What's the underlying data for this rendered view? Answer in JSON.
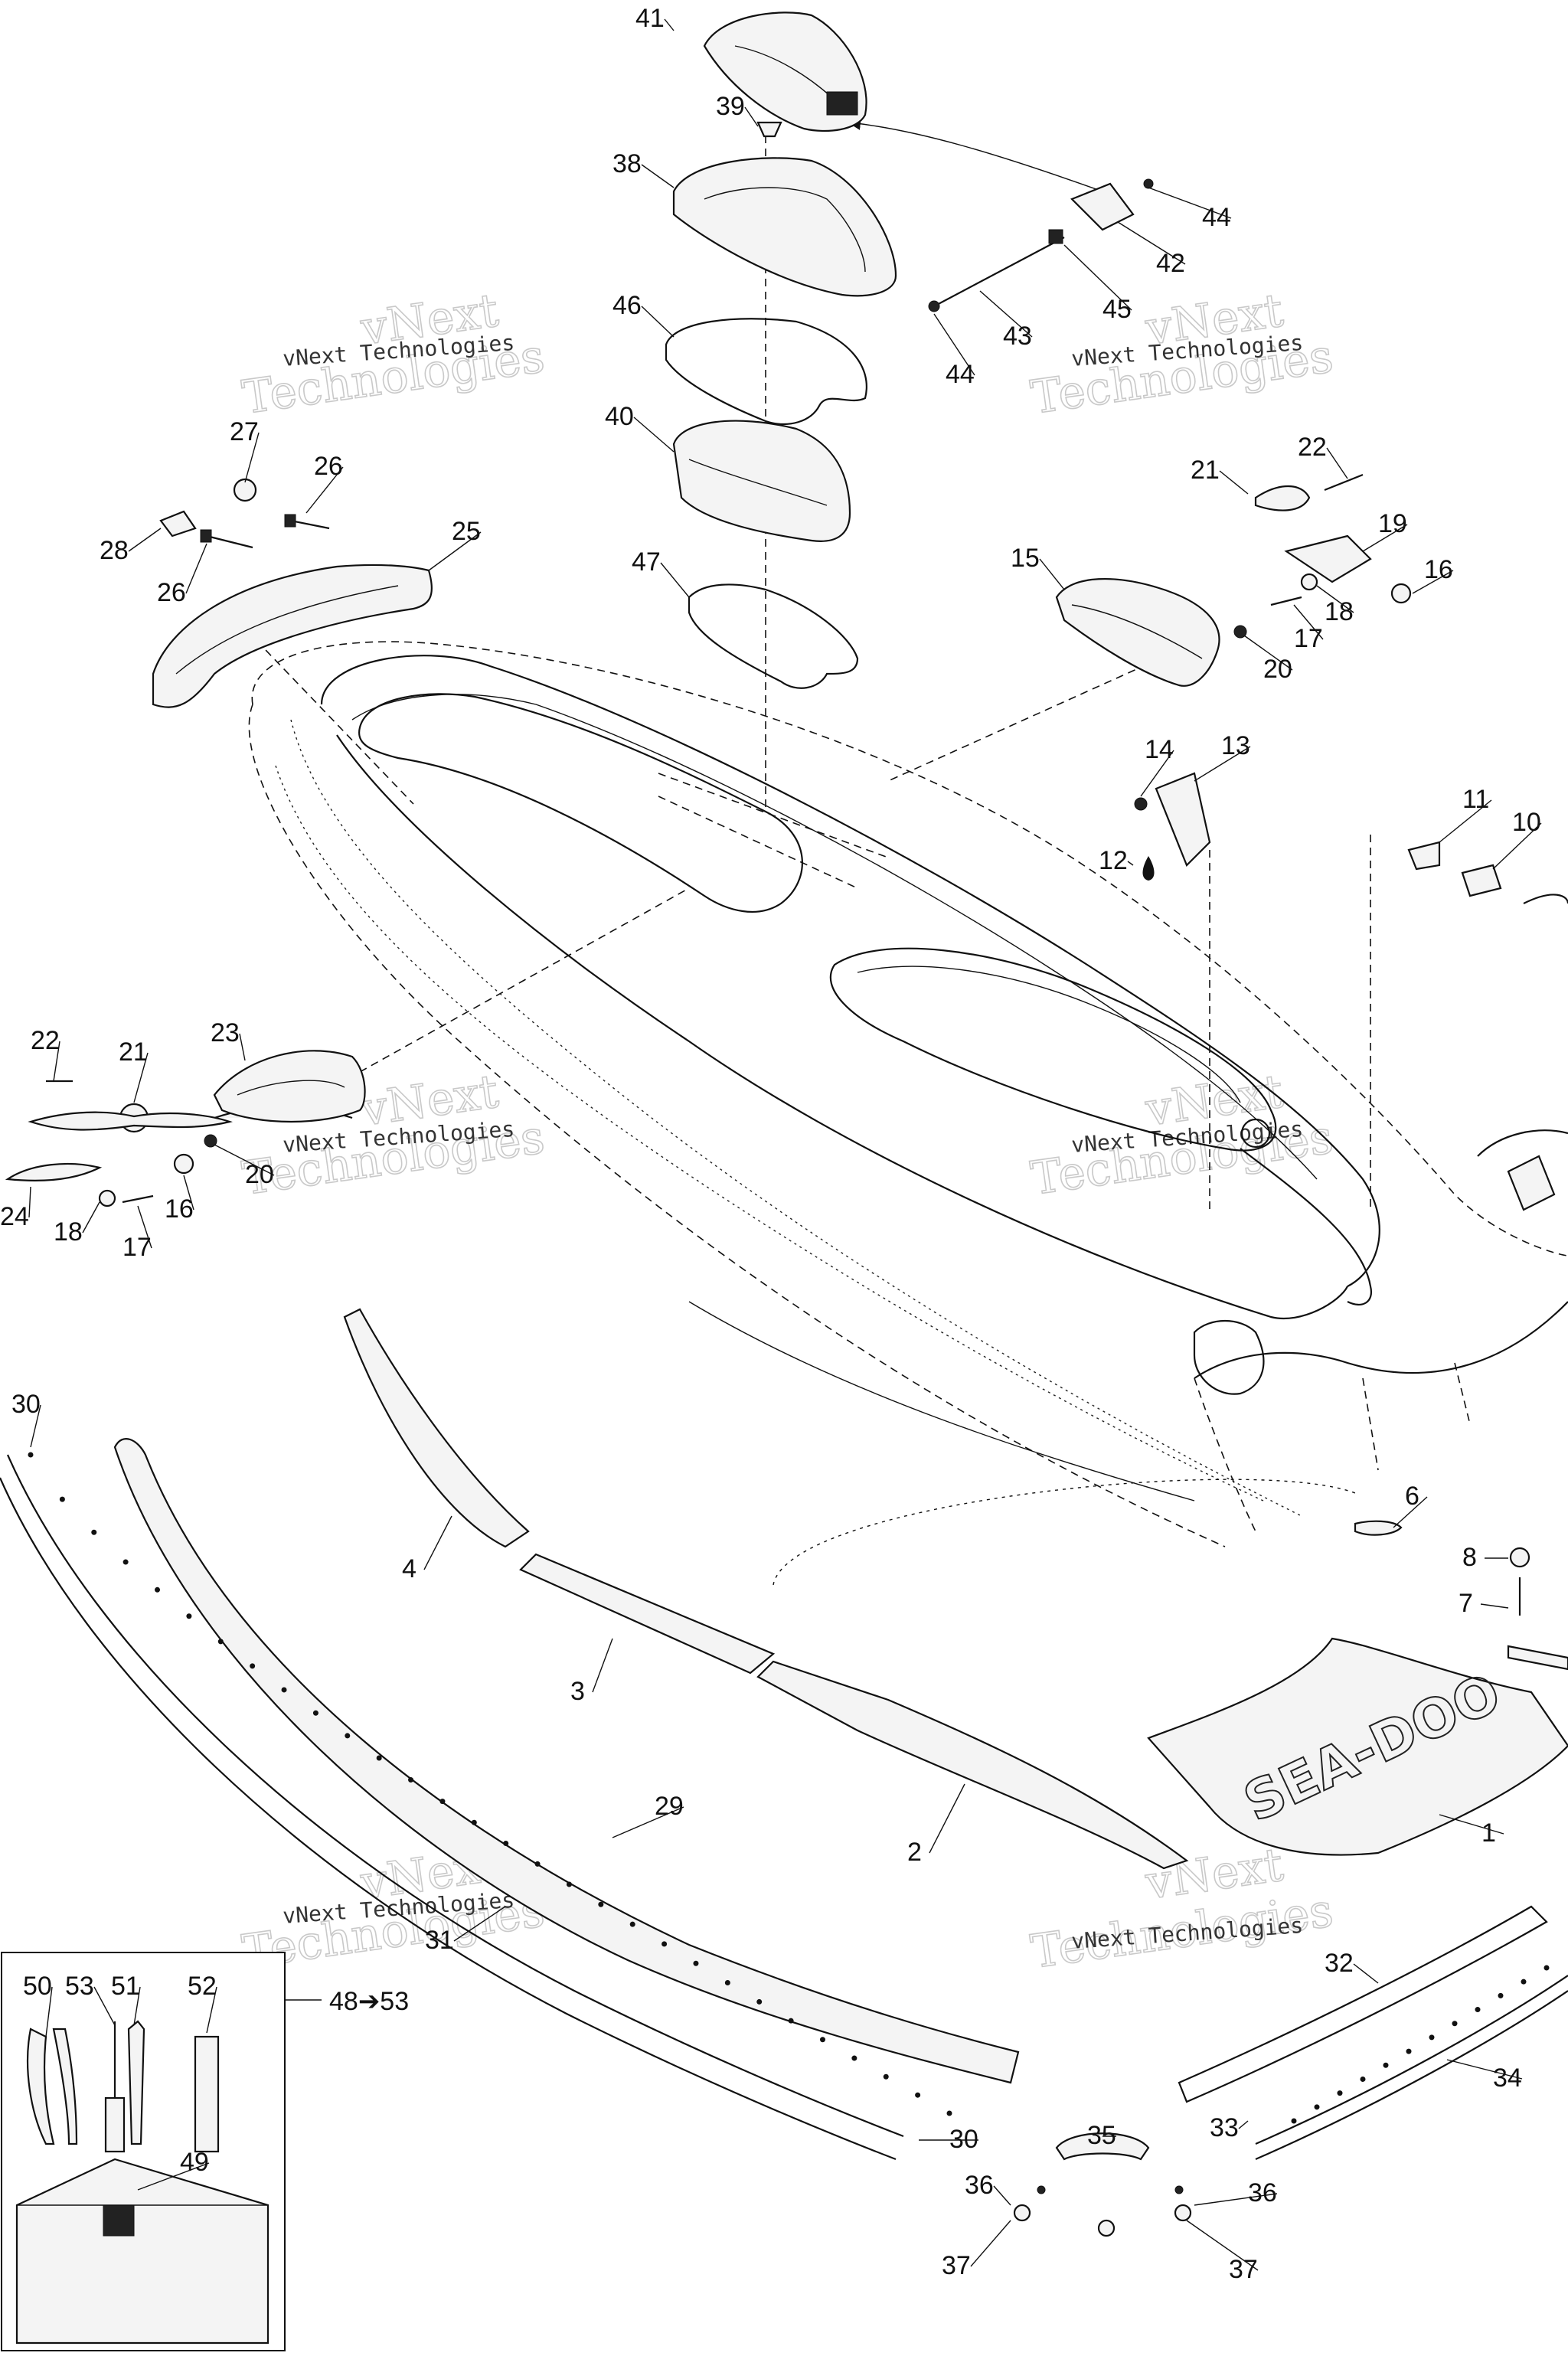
{
  "watermark": {
    "company": "vNext Technologies",
    "big_line1": "vNext",
    "big_line2": "Technologies"
  },
  "inset": {
    "range_label": "48➔53"
  },
  "callouts": [
    {
      "n": "41"
    },
    {
      "n": "39"
    },
    {
      "n": "38"
    },
    {
      "n": "44"
    },
    {
      "n": "42"
    },
    {
      "n": "45"
    },
    {
      "n": "43"
    },
    {
      "n": "44"
    },
    {
      "n": "46"
    },
    {
      "n": "40"
    },
    {
      "n": "47"
    },
    {
      "n": "27"
    },
    {
      "n": "26"
    },
    {
      "n": "28"
    },
    {
      "n": "26"
    },
    {
      "n": "25"
    },
    {
      "n": "22"
    },
    {
      "n": "21"
    },
    {
      "n": "19"
    },
    {
      "n": "15"
    },
    {
      "n": "16"
    },
    {
      "n": "18"
    },
    {
      "n": "17"
    },
    {
      "n": "20"
    },
    {
      "n": "14"
    },
    {
      "n": "13"
    },
    {
      "n": "12"
    },
    {
      "n": "11"
    },
    {
      "n": "10"
    },
    {
      "n": "22"
    },
    {
      "n": "21"
    },
    {
      "n": "23"
    },
    {
      "n": "20"
    },
    {
      "n": "24"
    },
    {
      "n": "16"
    },
    {
      "n": "18"
    },
    {
      "n": "17"
    },
    {
      "n": "30"
    },
    {
      "n": "4"
    },
    {
      "n": "6"
    },
    {
      "n": "8"
    },
    {
      "n": "7"
    },
    {
      "n": "3"
    },
    {
      "n": "2"
    },
    {
      "n": "1"
    },
    {
      "n": "29"
    },
    {
      "n": "31"
    },
    {
      "n": "32"
    },
    {
      "n": "34"
    },
    {
      "n": "33"
    },
    {
      "n": "30"
    },
    {
      "n": "35"
    },
    {
      "n": "36"
    },
    {
      "n": "36"
    },
    {
      "n": "37"
    },
    {
      "n": "37"
    },
    {
      "n": "50"
    },
    {
      "n": "53"
    },
    {
      "n": "51"
    },
    {
      "n": "52"
    },
    {
      "n": "49"
    }
  ],
  "decal_text": "SEA-DOO"
}
